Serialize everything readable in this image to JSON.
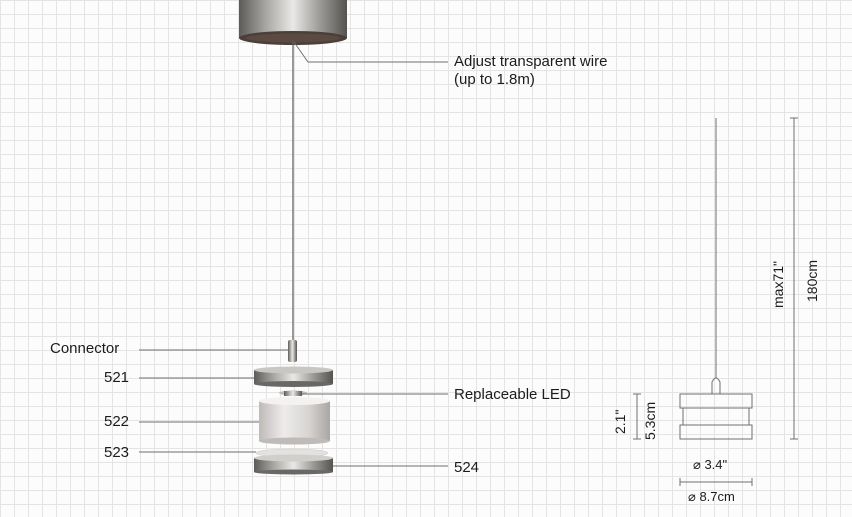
{
  "callouts": {
    "wire": [
      "Adjust transparent wire",
      "(up to 1.8m)"
    ],
    "connector": "Connector",
    "part_521": "521",
    "part_522": "522",
    "part_523": "523",
    "part_524": "524",
    "led": "Replaceable LED"
  },
  "dimensions": {
    "height_in": "max71\"",
    "height_cm": "180cm",
    "body_height_in": "2.1\"",
    "body_height_cm": "5.3cm",
    "diameter_in": "⌀ 3.4\"",
    "diameter_cm": "⌀ 8.7cm"
  },
  "colors": {
    "metal": "#8c8a86",
    "line": "#6e6e6e",
    "glass": "#d9d7d6"
  }
}
